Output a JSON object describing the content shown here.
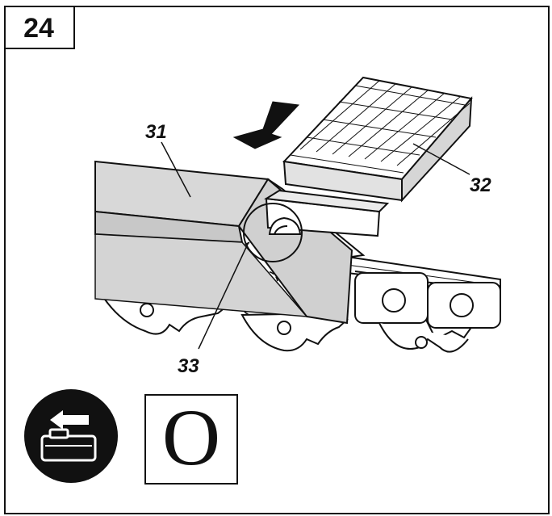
{
  "step": {
    "number": "24"
  },
  "callouts": {
    "blade_label": "31",
    "file_label": "32",
    "chain_label": "33"
  },
  "state_box": {
    "symbol": "O"
  },
  "icons": {
    "battery": "remove-battery-icon",
    "arrow": "arrow-left-icon",
    "file": "flat-file-icon",
    "chain": "saw-chain-icon"
  },
  "colors": {
    "line": "#111111",
    "blade_fill": "#cfcfcf",
    "file_side": "#d9d9d9",
    "background": "#ffffff"
  }
}
